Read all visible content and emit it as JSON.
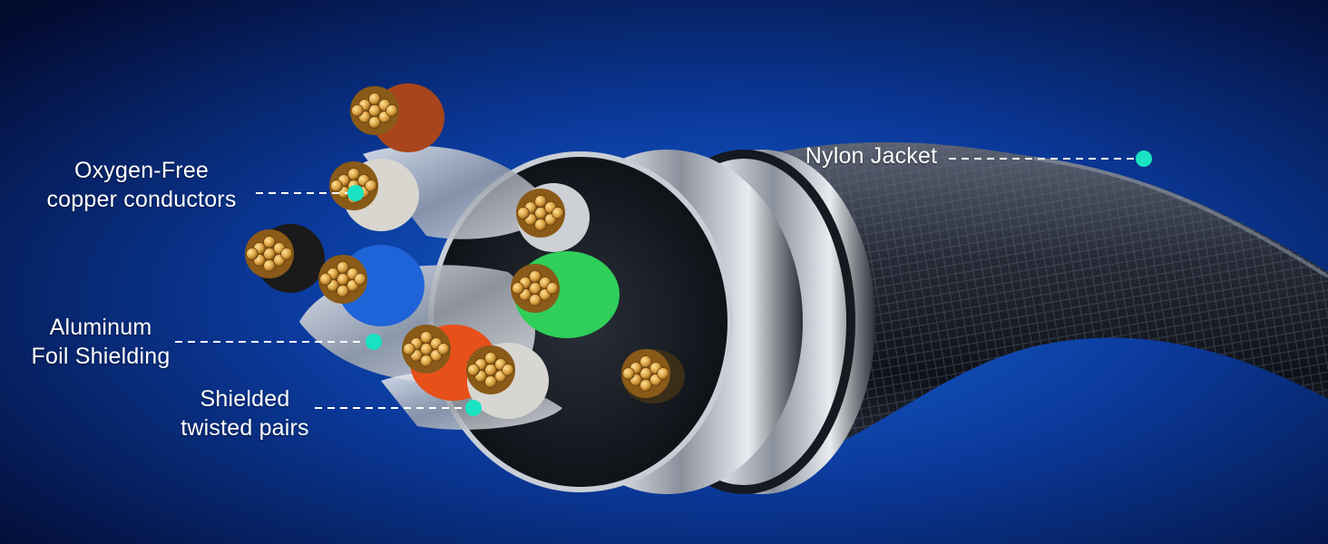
{
  "callouts": {
    "conductors": {
      "line1": "Oxygen-Free",
      "line2": "copper conductors"
    },
    "foil": {
      "line1": "Aluminum",
      "line2": "Foil Shielding"
    },
    "pairs": {
      "line1": "Shielded",
      "line2": "twisted pairs"
    },
    "jacket": {
      "line1": "Nylon Jacket"
    }
  },
  "colors": {
    "background_top": "#020a2e",
    "background_glow": "#1560d0",
    "marker": "#19e3c2",
    "copper": "#d9a040",
    "jacket": "#1b1f2a"
  },
  "icons": {
    "marker": "teal-dot-icon"
  }
}
